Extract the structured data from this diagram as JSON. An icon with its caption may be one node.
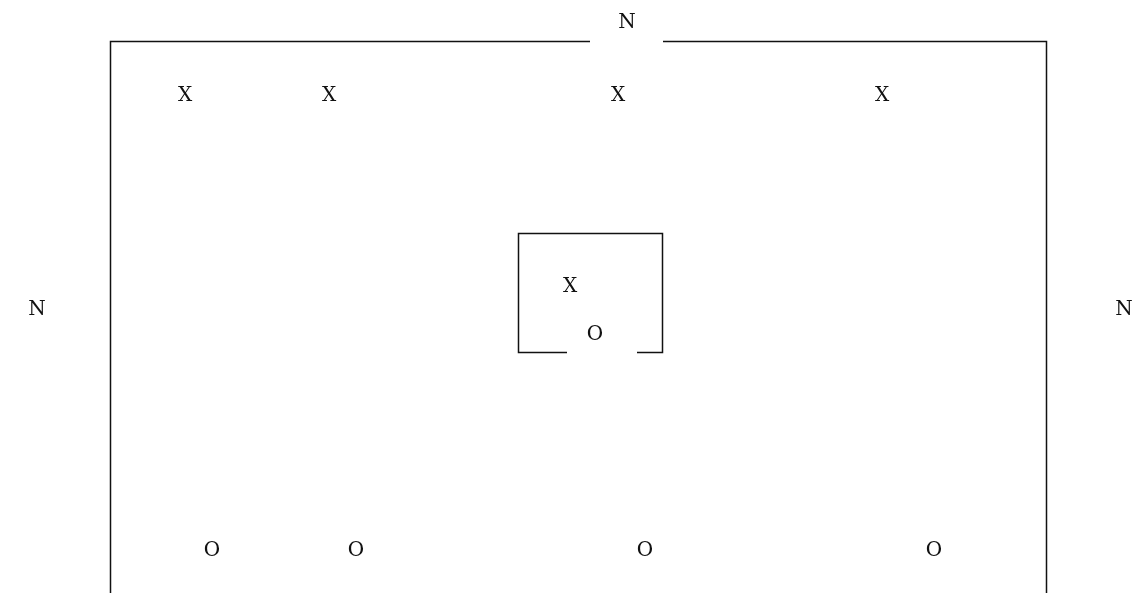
{
  "diagram": {
    "nodes": [
      {
        "text": [],
        "shape": "box"
      },
      {
        "text": [
          "X",
          "O"
        ],
        "in": 0
      }
    ],
    "labels": [
      "N",
      "X",
      "X",
      "X",
      "X",
      "N",
      "N",
      "O",
      "O",
      "O",
      "O"
    ]
  }
}
